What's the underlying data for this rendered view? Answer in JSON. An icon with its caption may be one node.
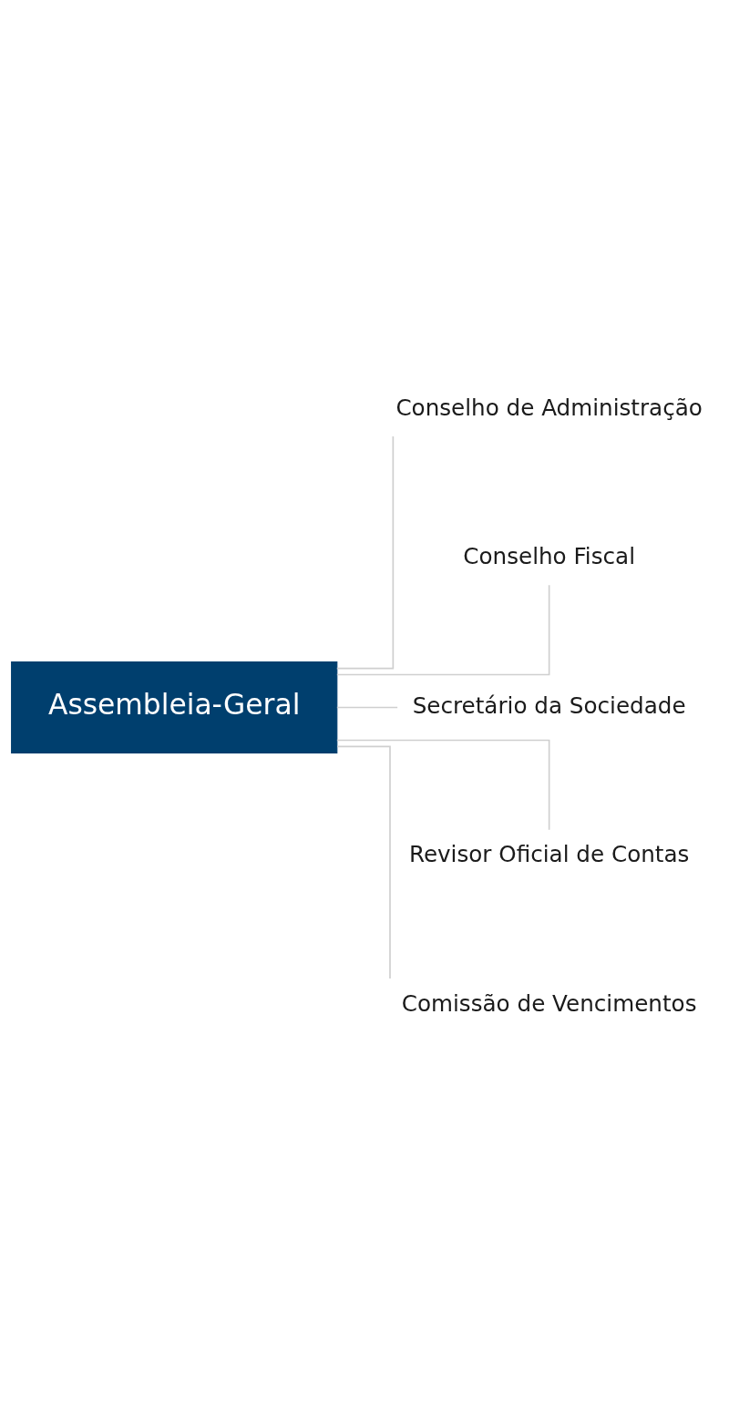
{
  "diagram": {
    "nodes": [
      {
        "text": [
          "Assembleia-Geral"
        ]
      },
      {
        "text": [
          "Conselho de Administração"
        ]
      },
      {
        "text": [
          "Conselho Fiscal"
        ]
      },
      {
        "text": [
          "Secretário da Sociedade"
        ]
      },
      {
        "text": [
          "Revisor Oficial de Contas"
        ]
      },
      {
        "text": [
          "Comissão de Vencimentos"
        ]
      }
    ],
    "edges": [
      {
        "from": 0,
        "to": 1,
        "arrow": "none"
      },
      {
        "from": 0,
        "to": 2,
        "arrow": "none"
      },
      {
        "from": 0,
        "to": 3,
        "arrow": "none"
      },
      {
        "from": 0,
        "to": 4,
        "arrow": "none"
      },
      {
        "from": 0,
        "to": 5,
        "arrow": "none"
      }
    ]
  }
}
